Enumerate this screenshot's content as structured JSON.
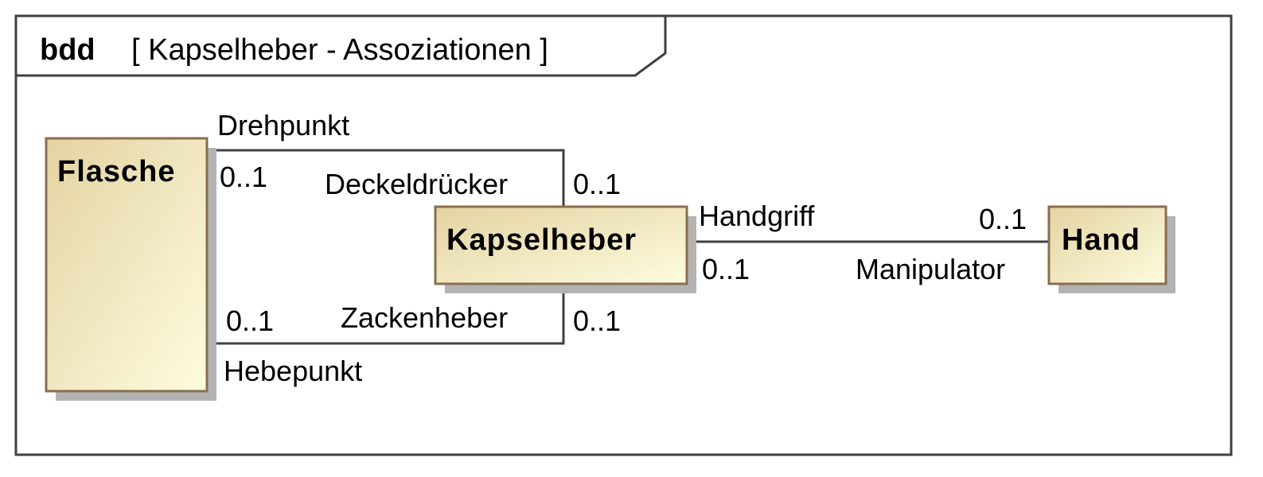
{
  "frame": {
    "keyword": "bdd",
    "title": "[ Kapselheber - Assoziationen ]"
  },
  "blocks": {
    "flasche": "Flasche",
    "kapselheber": "Kapselheber",
    "hand": "Hand"
  },
  "associations": {
    "top": {
      "role_flasche": "Drehpunkt",
      "mult_flasche": "0..1",
      "role_kapselheber": "Deckeldrücker",
      "mult_kapselheber": "0..1"
    },
    "bottom": {
      "role_flasche": "Hebepunkt",
      "mult_flasche": "0..1",
      "role_kapselheber": "Zackenheber",
      "mult_kapselheber": "0..1"
    },
    "hand": {
      "role_kapselheber": "Handgriff",
      "mult_kapselheber": "0..1",
      "role_hand": "Manipulator",
      "mult_hand": "0..1"
    }
  },
  "colors": {
    "block_fill_light": "#fdfbdc",
    "block_fill_dark": "#e6d7a8",
    "block_border": "#8a6e4e",
    "shadow": "#b3b3b3",
    "line": "#404040"
  }
}
